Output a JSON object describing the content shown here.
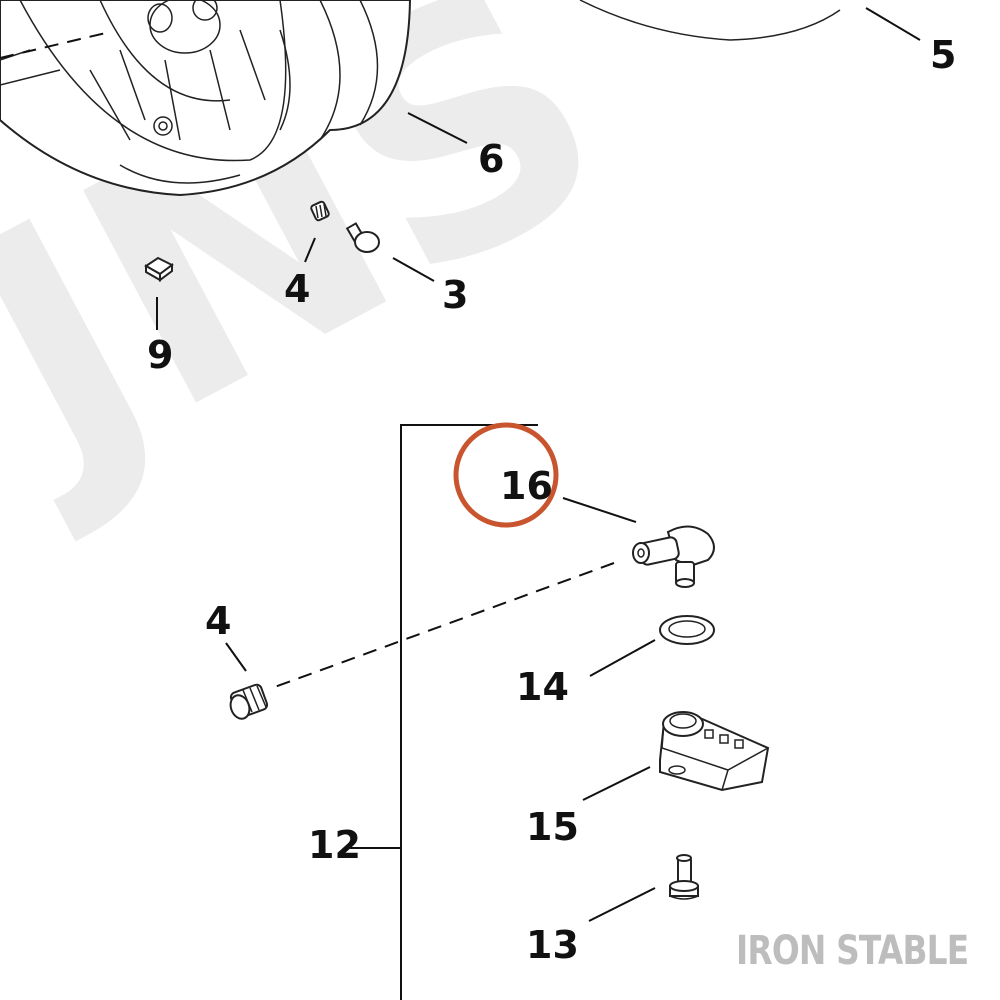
{
  "watermark": "JNS",
  "brand": "IRON STABLE",
  "highlight_color": "#c8552e",
  "callouts": {
    "c5": "5",
    "c6": "6",
    "c4_upper": "4",
    "c3": "3",
    "c9": "9",
    "c16": "16",
    "c4_lower": "4",
    "c14": "14",
    "c15": "15",
    "c12": "12",
    "c13": "13"
  }
}
